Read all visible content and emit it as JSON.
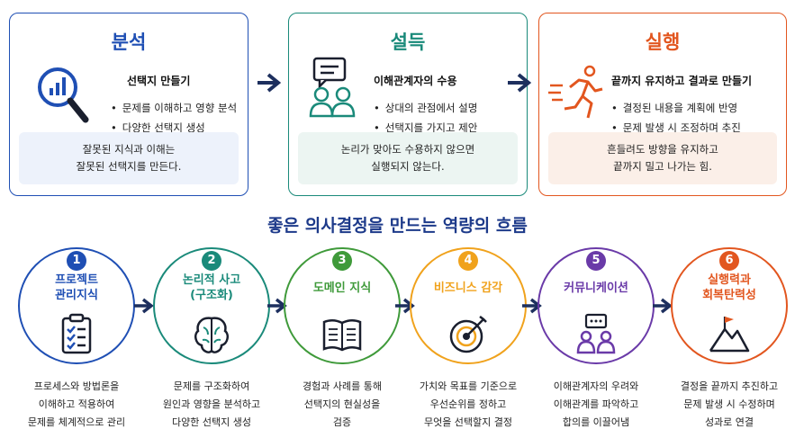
{
  "cards": [
    {
      "title": "분석",
      "subtitle": "선택지 만들기",
      "bullets": [
        "문제를 이해하고 영향 분석",
        "다양한 선택지 생성"
      ],
      "note": "잘못된 지식과 이해는\n잘못된 선택지를 만든다.",
      "color": "#1f4fb4",
      "note_bg": "#edf2fb",
      "icon": "magnifier-chart-icon"
    },
    {
      "title": "설득",
      "subtitle": "이해관계자의 수용",
      "bullets": [
        "상대의 관점에서 설명",
        "선택지를 가지고 제안"
      ],
      "note": "논리가 맞아도 수용하지 않으면\n실행되지 않는다.",
      "color": "#1a8a7a",
      "note_bg": "#ecf5f2",
      "icon": "people-chat-icon"
    },
    {
      "title": "실행",
      "subtitle": "끝까지 유지하고 결과로 만들기",
      "bullets": [
        "결정된 내용을 계획에 반영",
        "문제 발생 시 조정하며 추진"
      ],
      "note": "흔들려도 방향을 유지하고\n끝까지 밀고 나가는 힘.",
      "color": "#e2561f",
      "note_bg": "#fbefe8",
      "icon": "runner-icon"
    }
  ],
  "heading": "좋은 의사결정을 만드는 역량의 흐름",
  "steps": [
    {
      "num": "1",
      "title": "프로젝트\n관리지식",
      "desc": "프로세스와 방법론을\n이해하고 적용하여\n문제를 체계적으로 관리",
      "color": "#1f4fb4",
      "icon": "checklist-icon"
    },
    {
      "num": "2",
      "title": "논리적 사고\n(구조화)",
      "desc": "문제를 구조화하여\n원인과 영향을 분석하고\n다양한 선택지 생성",
      "color": "#1a8a7a",
      "icon": "brain-icon"
    },
    {
      "num": "3",
      "title": "도메인 지식",
      "desc": "경험과 사례를 통해\n선택지의 현실성을\n검증",
      "color": "#3f9a3a",
      "icon": "book-icon"
    },
    {
      "num": "4",
      "title": "비즈니스 감각",
      "desc": "가치와 목표를 기준으로\n우선순위를 정하고\n무엇을 선택할지 결정",
      "color": "#f0a21c",
      "icon": "target-icon"
    },
    {
      "num": "5",
      "title": "커뮤니케이션",
      "desc": "이해관계자의 우려와\n이해관계를 파악하고\n합의를 이끌어냄",
      "color": "#6a3aa8",
      "icon": "people-chat-icon"
    },
    {
      "num": "6",
      "title": "실행력과\n회복탄력성",
      "desc": "결정을 끝까지 추진하고\n문제 발생 시 수정하며\n성과로 연결",
      "color": "#e2561f",
      "icon": "mountain-flag-icon"
    }
  ]
}
